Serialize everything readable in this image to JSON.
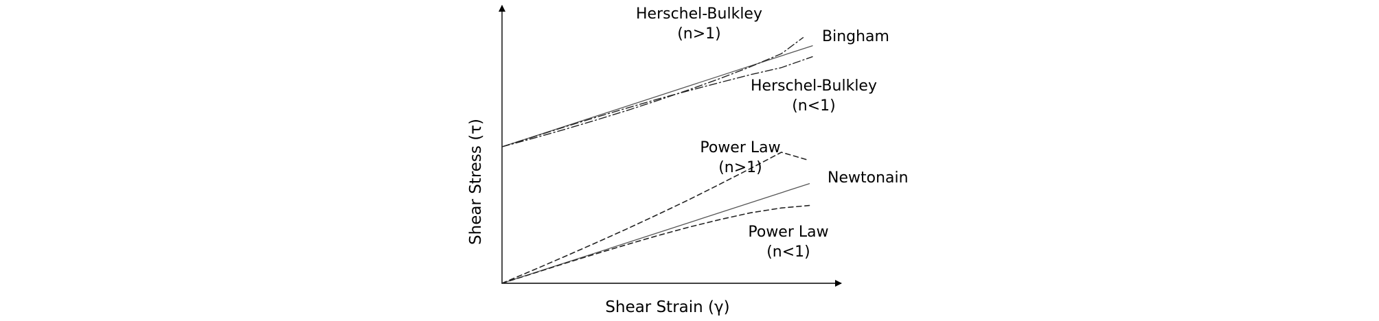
{
  "chart_data": {
    "type": "line",
    "xlabel": "Shear Strain (γ)",
    "ylabel": "Shear Stress (τ)",
    "xlim": [
      0,
      1
    ],
    "ylim": [
      0,
      1
    ],
    "series": [
      {
        "name": "Bingham",
        "label_lines": [
          "Bingham"
        ],
        "style": "solid",
        "color": "#555555",
        "points": [
          [
            0,
            0.5
          ],
          [
            1,
            0.87
          ]
        ]
      },
      {
        "name": "Herschel-Bulkley (n>1)",
        "label_lines": [
          "Herschel-Bulkley",
          "(n>1)"
        ],
        "style": "dashdot",
        "color": "#222222",
        "points": [
          [
            0,
            0.5
          ],
          [
            0.1,
            0.531
          ],
          [
            0.2,
            0.563
          ],
          [
            0.3,
            0.597
          ],
          [
            0.4,
            0.632
          ],
          [
            0.5,
            0.669
          ],
          [
            0.6,
            0.708
          ],
          [
            0.7,
            0.749
          ],
          [
            0.8,
            0.793
          ],
          [
            0.9,
            0.841
          ],
          [
            0.97,
            0.9
          ]
        ]
      },
      {
        "name": "Herschel-Bulkley (n<1)",
        "label_lines": [
          "Herschel-Bulkley",
          "(n<1)"
        ],
        "style": "dashdot",
        "color": "#222222",
        "points": [
          [
            0,
            0.5
          ],
          [
            0.1,
            0.536
          ],
          [
            0.2,
            0.572
          ],
          [
            0.3,
            0.607
          ],
          [
            0.4,
            0.641
          ],
          [
            0.5,
            0.674
          ],
          [
            0.6,
            0.705
          ],
          [
            0.7,
            0.735
          ],
          [
            0.8,
            0.764
          ],
          [
            0.9,
            0.79
          ],
          [
            1,
            0.83
          ]
        ]
      },
      {
        "name": "Power Law (n>1)",
        "label_lines": [
          "Power Law",
          "(n>1)"
        ],
        "style": "dashed",
        "color": "#222222",
        "points": [
          [
            0,
            0
          ],
          [
            0.1,
            0.048
          ],
          [
            0.2,
            0.097
          ],
          [
            0.3,
            0.147
          ],
          [
            0.4,
            0.198
          ],
          [
            0.5,
            0.251
          ],
          [
            0.6,
            0.305
          ],
          [
            0.7,
            0.362
          ],
          [
            0.8,
            0.42
          ],
          [
            0.9,
            0.48
          ],
          [
            0.99,
            0.45
          ]
        ]
      },
      {
        "name": "Newtonain",
        "label_lines": [
          "Newtonain"
        ],
        "style": "solid",
        "color": "#555555",
        "points": [
          [
            0,
            0
          ],
          [
            0.99,
            0.365
          ]
        ]
      },
      {
        "name": "Power Law (n<1)",
        "label_lines": [
          "Power Law",
          "(n<1)"
        ],
        "style": "dashed",
        "color": "#222222",
        "points": [
          [
            0,
            0
          ],
          [
            0.1,
            0.036
          ],
          [
            0.2,
            0.072
          ],
          [
            0.3,
            0.107
          ],
          [
            0.4,
            0.141
          ],
          [
            0.5,
            0.174
          ],
          [
            0.6,
            0.205
          ],
          [
            0.7,
            0.233
          ],
          [
            0.8,
            0.258
          ],
          [
            0.9,
            0.276
          ],
          [
            0.99,
            0.285
          ]
        ]
      }
    ]
  }
}
